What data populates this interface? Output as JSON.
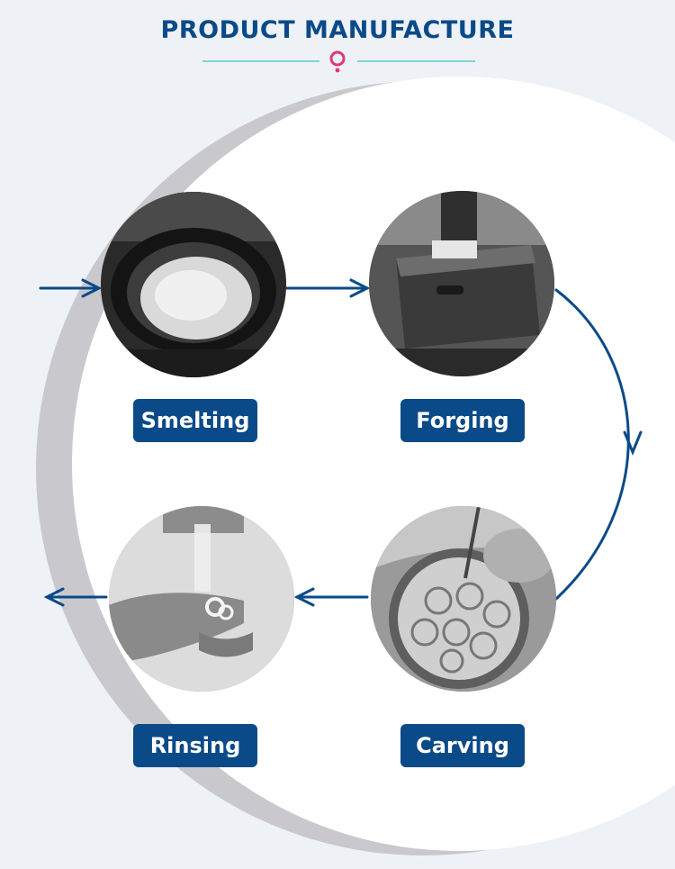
{
  "page": {
    "title": "PRODUCT MANUFACTURE"
  },
  "steps": [
    {
      "label": "Smelting"
    },
    {
      "label": "Forging"
    },
    {
      "label": "Carving"
    },
    {
      "label": "Rinsing"
    }
  ],
  "colors": {
    "brand_blue": "#0b4a88",
    "accent_pink": "#e0367a",
    "divider_teal": "#7fd6d2",
    "ring_gray": "#c8c8cc",
    "page_bg": "#eef1f6"
  },
  "icons": [
    "location-pin-icon",
    "arrow-right-icon",
    "arrow-left-icon",
    "curved-arrow-down-icon"
  ]
}
